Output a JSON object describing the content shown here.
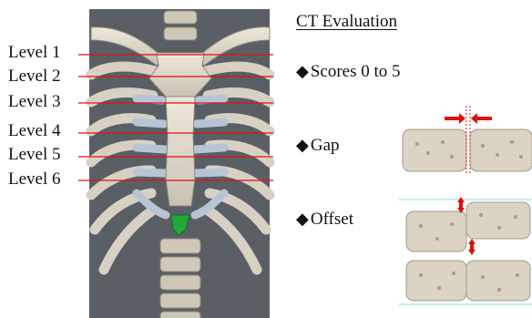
{
  "title": "CT Evaluation",
  "levels": [
    "Level 1",
    "Level 2",
    "Level 3",
    "Level 4",
    "Level 5",
    "Level 6"
  ],
  "criteria": [
    {
      "label": "Scores 0 to 5"
    },
    {
      "label": "Gap"
    },
    {
      "label": "Offset"
    }
  ],
  "bullet_symbol": "◆",
  "colors": {
    "level_line": "#e01010",
    "marker_arrow": "#e01010",
    "xiphoid": "#22a83a",
    "bone": "#ddd6c8",
    "bone_shadow": "#9e9a8f",
    "cartilage": "#b8c6d6",
    "baseline": "#8fd3d3"
  }
}
